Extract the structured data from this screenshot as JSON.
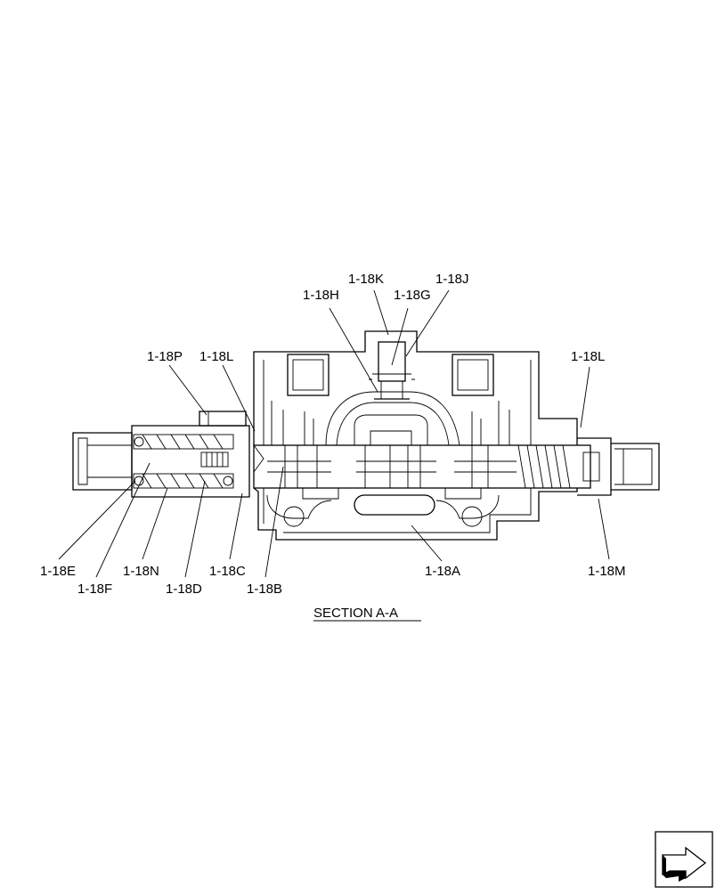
{
  "section_title": "SECTION  A-A",
  "labels": {
    "k": "1-18K",
    "j": "1-18J",
    "h": "1-18H",
    "g": "1-18G",
    "p": "1-18P",
    "l_left": "1-18L",
    "l_right": "1-18L",
    "e": "1-18E",
    "f": "1-18F",
    "n": "1-18N",
    "d": "1-18D",
    "c": "1-18C",
    "b": "1-18B",
    "a": "1-18A",
    "m": "1-18M"
  },
  "nav_icon": "next-page-arrow-icon"
}
